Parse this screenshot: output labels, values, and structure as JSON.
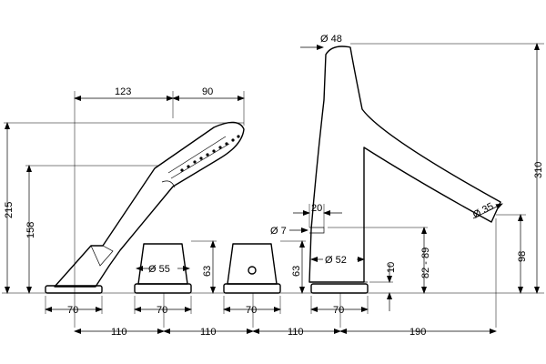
{
  "dimensions": {
    "handshower_h1": "123",
    "handshower_h2": "90",
    "total_height": "215",
    "handshower_height": "158",
    "spout_diameter": "Ø 48",
    "spout_height": "310",
    "spout_outlet_diameter": "Ø 35",
    "spout_outlet_height": "98",
    "spout_offset": "20",
    "small_diameter": "Ø 7",
    "spout_base_diameter": "Ø 52",
    "deck_thickness": "82 - 89",
    "spout_base_height": "10",
    "handle1_diameter": "Ø 55",
    "handle_height": "63",
    "handle2_height": "63",
    "base_width_1": "70",
    "base_width_2": "70",
    "base_width_3": "70",
    "base_width_4": "70",
    "spacing_1": "110",
    "spacing_2": "110",
    "spacing_3": "110",
    "spacing_4": "190"
  }
}
